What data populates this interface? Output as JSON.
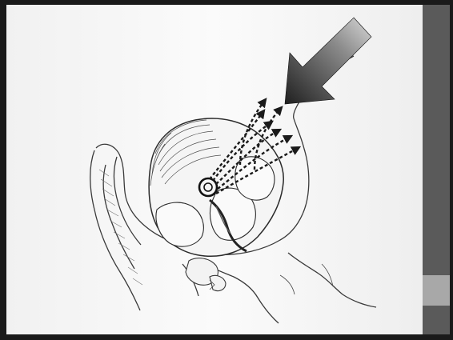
{
  "figure": {
    "kind": "medical-illustration",
    "subject": "acetabulum-and-femoral-head",
    "colors": {
      "border": "#1a1a1a",
      "paper": "#f7f7f7",
      "sidebar_dark": "#575757",
      "sidebar_light": "#a9a9a9",
      "ink": "#2b2b2b",
      "arrow": "#1f1f1f"
    },
    "icons": {
      "main_arrow": "large-diagonal-arrow",
      "force_lines": "dashed-force-arrows",
      "focus_point": "circle-marker"
    }
  }
}
